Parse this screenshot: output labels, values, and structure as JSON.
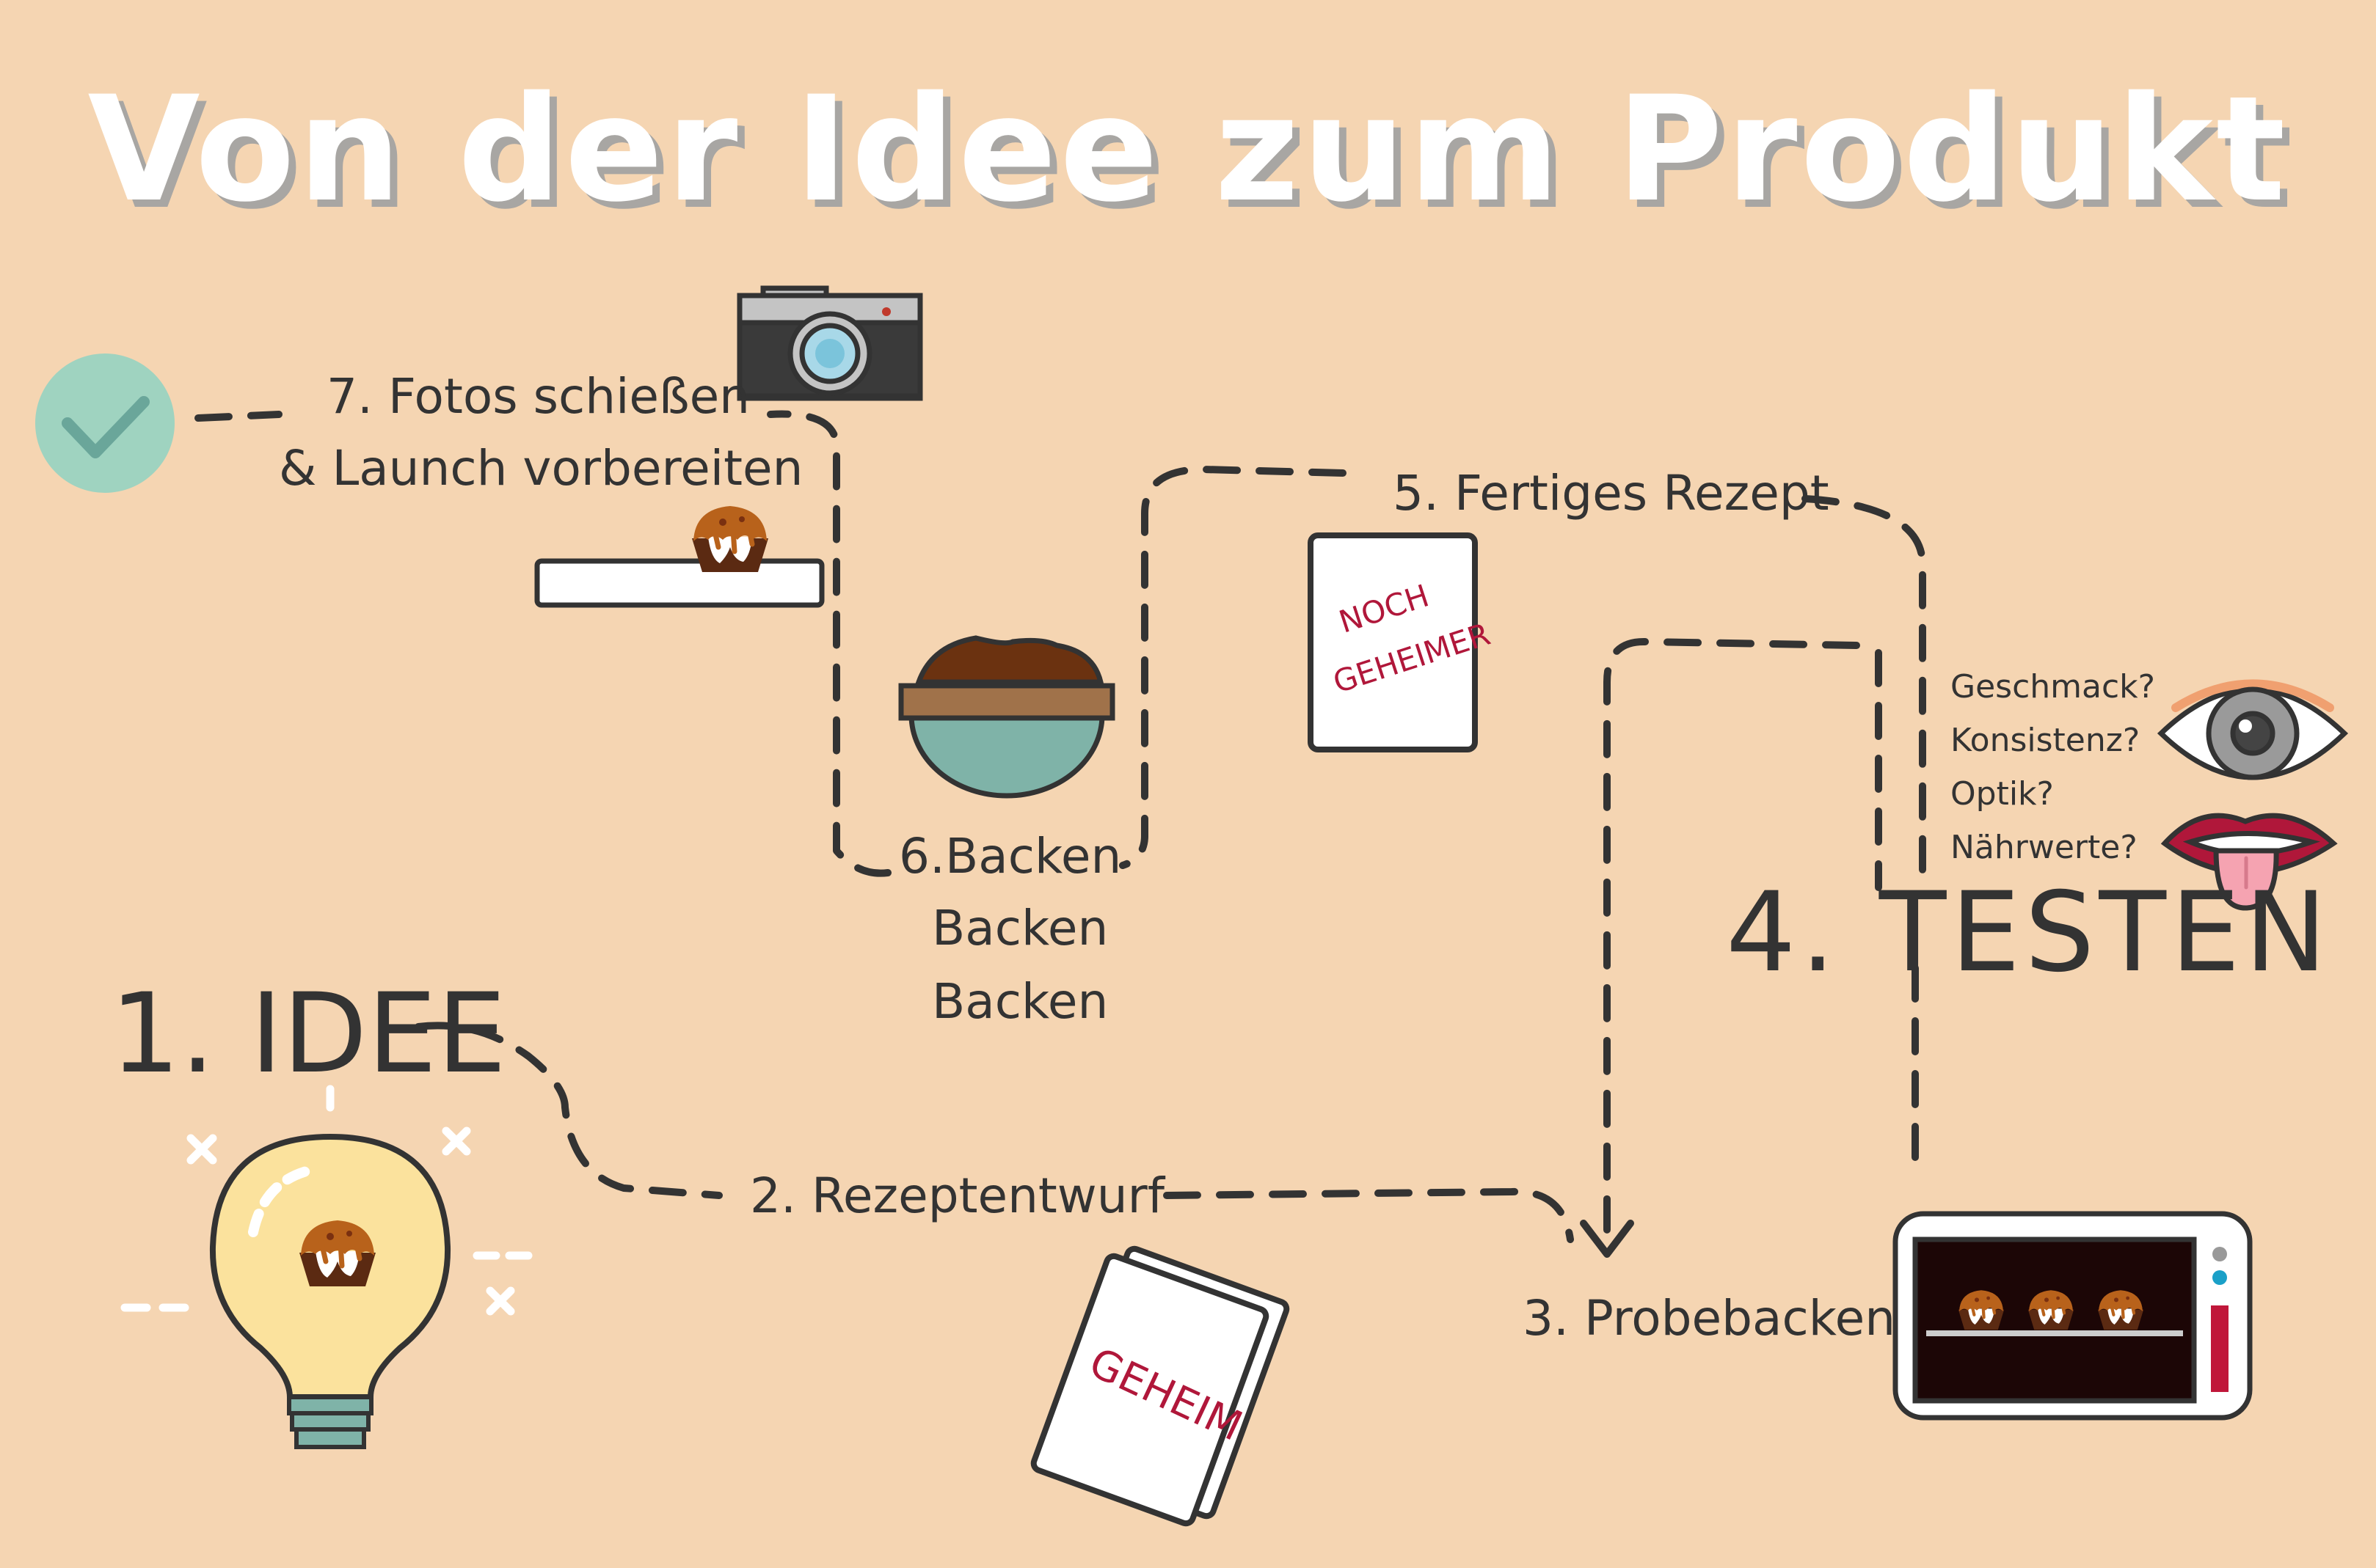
{
  "title": "Von der Idee zum Produkt",
  "steps": {
    "idea": "1. IDEE",
    "draft": "2. Rezeptentwurf",
    "trial_bake": "3. Probebacken",
    "test": "4. TESTEN",
    "recipe": "5. Fertiges Rezept",
    "bake_line1": "6.Backen",
    "bake_line2": "Backen",
    "bake_line3": "Backen",
    "photos_line1": "7. Fotos schießen",
    "photos_line2": "& Launch vorbereiten"
  },
  "test_criteria": [
    "Geschmack?",
    "Konsistenz?",
    "Optik?",
    "Nährwerte?"
  ],
  "cards": {
    "secret": "GEHEIM",
    "still_secret_line1": "NOCH",
    "still_secret_line2": "GEHEIMER"
  },
  "icons": [
    "check-icon",
    "camera-icon",
    "muffin-icon",
    "bowl-icon",
    "recipe-card-icon",
    "eye-icon",
    "mouth-icon",
    "lightbulb-icon",
    "oven-icon"
  ],
  "colors": {
    "background": "#f5d5b2",
    "line": "#333333",
    "title": "#ffffff",
    "title_shadow": "#a8a6a3",
    "accent_red": "#b0173a",
    "teal": "#7fb3a8",
    "check_circle": "#9fd3c0",
    "bulb": "#fbe29d",
    "chocolate": "#5b2a12"
  }
}
